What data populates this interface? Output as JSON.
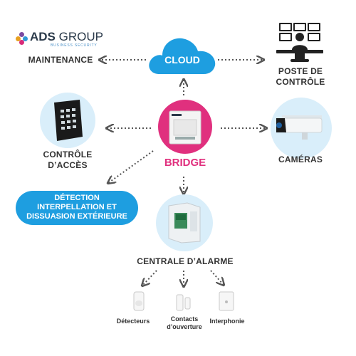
{
  "brand": {
    "name_part1": "ADS",
    "name_part2": "GROUP",
    "tagline": "BUSINESS SECURITY",
    "dot_colors": [
      "#7b4aa0",
      "#e8a020",
      "#2f9ad8",
      "#d82b79"
    ]
  },
  "nodes": {
    "maintenance": "MAINTENANCE",
    "cloud": "CLOUD",
    "poste_line1": "POSTE DE",
    "poste_line2": "CONTRÔLE",
    "controle_line1": "CONTRÔLE",
    "controle_line2": "D’ACCÈS",
    "bridge": "BRIDGE",
    "cameras": "CAMÉRAS",
    "detection_line1": "DÉTECTION",
    "detection_line2": "INTERPELLATION ET",
    "detection_line3": "DISSUASION EXTÉRIEURE",
    "centrale": "CENTRALE D’ALARME",
    "detecteurs": "Détecteurs",
    "contacts_line1": "Contacts",
    "contacts_line2": "d’ouverture",
    "interphonie": "Interphonie"
  },
  "colors": {
    "accent_blue": "#1e9ee0",
    "accent_pink": "#e0307e",
    "circle_bg": "#d9eefa",
    "text": "#333333",
    "link": "#555555"
  },
  "icons": {
    "cloud": "cloud-icon",
    "poste": "control-room-icon",
    "keypad": "keypad-icon",
    "bridge": "bridge-device-icon",
    "camera": "camera-icon",
    "alarm_panel": "alarm-panel-icon",
    "detector": "motion-detector-icon",
    "contact": "door-contact-icon",
    "intercom": "intercom-icon"
  }
}
